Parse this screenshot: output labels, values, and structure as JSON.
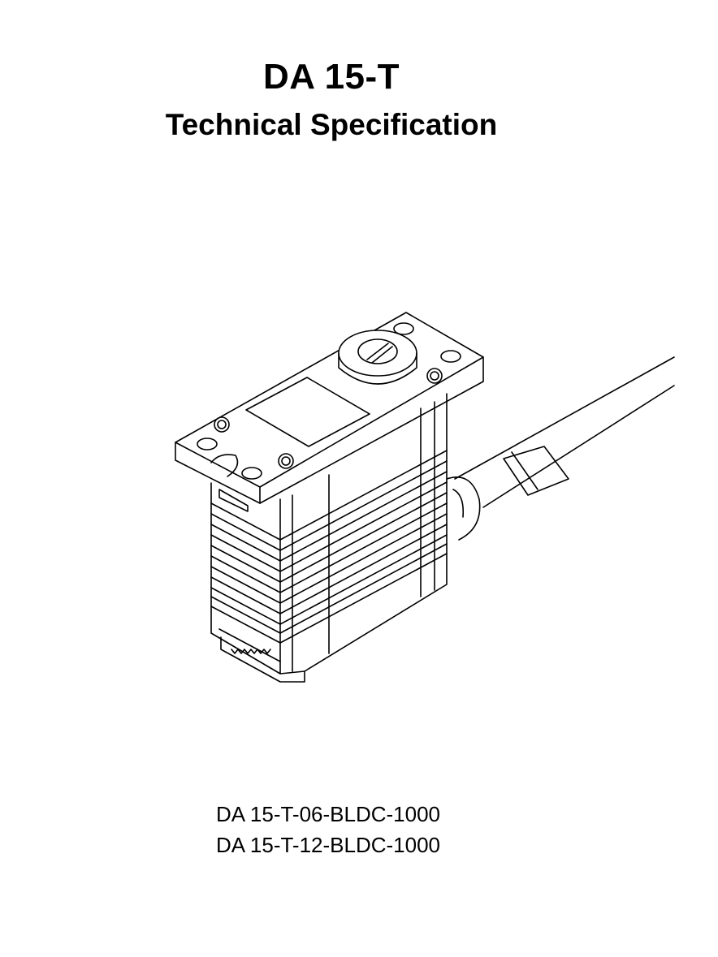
{
  "document": {
    "title": "DA 15-T",
    "subtitle": "Technical Specification",
    "figure_icon": "servo-actuator-illustration",
    "models": [
      "DA 15-T-06-BLDC-1000",
      "DA 15-T-12-BLDC-1000"
    ]
  },
  "colors": {
    "background": "#ffffff",
    "ink": "#000000"
  }
}
